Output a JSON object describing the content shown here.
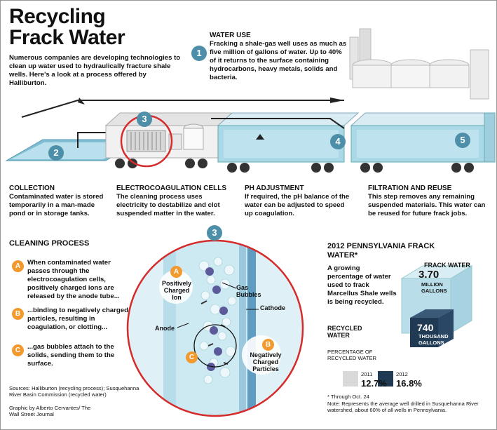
{
  "title": {
    "line1": "Recycling",
    "line2": "Frack Water"
  },
  "intro": "Numerous companies are developing technologies to clean up water used to hydraulically fracture shale wells. Here's a look at a process offered by Halliburton.",
  "steps": [
    {
      "num": "1",
      "heading": "WATER USE",
      "text": "Fracking a shale-gas well uses as much as five million of gallons of water. Up to 40% of it returns to the surface containing hydrocarbons, heavy metals, solids and bacteria."
    },
    {
      "num": "2",
      "heading": "COLLECTION",
      "text": "Contaminated water is stored temporarily in a man-made pond or in storage tanks."
    },
    {
      "num": "3",
      "heading": "ELECTROCOAGULATION CELLS",
      "text": "The cleaning process uses electricity to destabilize and clot suspended matter in the water."
    },
    {
      "num": "4",
      "heading": "PH ADJUSTMENT",
      "text": "If required, the pH balance of the water can be adjusted to speed up coagulation."
    },
    {
      "num": "5",
      "heading": "FILTRATION AND REUSE",
      "text": "This step removes any remaining suspended materials. This water can be reused for future frack jobs."
    }
  ],
  "cleaning": {
    "heading": "CLEANING PROCESS",
    "items": [
      {
        "letter": "A",
        "text": "When contaminated water passes through the electrocoagulation cells, positively charged ions are released by the anode tube..."
      },
      {
        "letter": "B",
        "text": "...binding to negatively charged particles, resulting in coagulation, or clotting..."
      },
      {
        "letter": "C",
        "text": "...gas bubbles attach to the solids, sending them to the surface."
      }
    ]
  },
  "detail_labels": {
    "positively": "Positively Charged Ion",
    "gas": "Gas Bubbles",
    "cathode": "Cathode",
    "anode": "Anode",
    "negatively": "Negatively Charged Particles",
    "letter_a": "A",
    "letter_b": "B",
    "letter_c": "C",
    "badge": "3"
  },
  "sources": "Sources: Halliburton (recycling process); Susquehanna River Basin Commission (recycled water)",
  "credit": "Graphic by Alberto Cervantes/ The Wall Street Journal",
  "pa": {
    "title": "2012 PENNSYLVANIA FRACK WATER*",
    "text": "A growing percentage of water used to frack Marcellus Shale wells is being recycled.",
    "frack_label": "FRACK WATER",
    "frack_value": "3.70",
    "frack_unit": "MILLION GALLONS",
    "recycled_label": "RECYCLED WATER",
    "recycled_value": "740",
    "recycled_unit": "THOUSAND GALLONS",
    "pct_label": "PERCENTAGE OF RECYCLED WATER",
    "y2011": "2011",
    "v2011": "12.7%",
    "y2012": "2012",
    "v2012": "16.8%",
    "footnote1": "* Through Oct. 24",
    "footnote2": "Note: Represents the average well drilled in Susquehanna River watershed, about 60% of all wells in Pennsylvania."
  },
  "colors": {
    "accent": "#4d8ea8",
    "orange": "#f29a2e",
    "red": "#d62b2b",
    "water": "#aedbe8",
    "navy": "#1f3a52"
  }
}
